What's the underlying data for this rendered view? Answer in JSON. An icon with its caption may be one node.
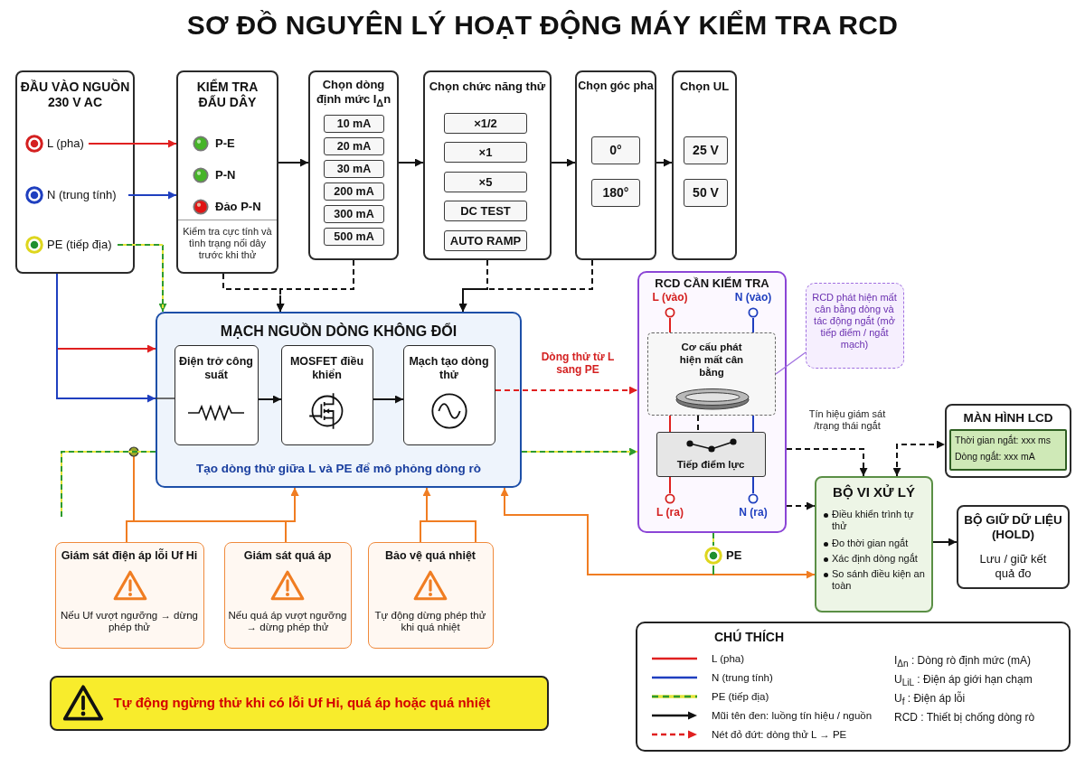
{
  "diagram": {
    "title": "SƠ ĐỒ NGUYÊN LÝ HOẠT ĐỘNG MÁY KIỂM TRA RCD",
    "nodes": [
      {
        "text": [
          "ĐẦU VÀO NGUỒN 230 V AC"
        ]
      },
      {
        "text": [
          "L (pha)"
        ],
        "in": 0
      },
      {
        "text": [
          "N (trung tính)"
        ],
        "in": 0
      },
      {
        "text": [
          "PE (tiếp địa)"
        ],
        "in": 0
      },
      {
        "text": [
          "KIỂM TRA ĐẤU DÂY",
          "P-E",
          "P-N",
          "Đảo P-N",
          "Kiểm tra cực tính và tình trạng nối dây trước khi thử"
        ]
      },
      {
        "text": [
          "Chọn dòng định mức I$_{Δ}$n"
        ]
      },
      {
        "text": [
          "10 mA"
        ],
        "in": 5
      },
      {
        "text": [
          "20 mA"
        ],
        "in": 5
      },
      {
        "text": [
          "30 mA"
        ],
        "in": 5
      },
      {
        "text": [
          "200 mA"
        ],
        "in": 5
      },
      {
        "text": [
          "300 mA"
        ],
        "in": 5
      },
      {
        "text": [
          "500 mA"
        ],
        "in": 5
      },
      {
        "text": [
          "Chọn chức năng thử"
        ]
      },
      {
        "text": [
          "×1/2"
        ],
        "in": 12
      },
      {
        "text": [
          "×1"
        ],
        "in": 12
      },
      {
        "text": [
          "×5"
        ],
        "in": 12
      },
      {
        "text": [
          "DC TEST"
        ],
        "in": 12
      },
      {
        "text": [
          "AUTO RAMP"
        ],
        "in": 12
      },
      {
        "text": [
          "Chọn góc pha"
        ]
      },
      {
        "text": [
          "0°"
        ],
        "in": 18
      },
      {
        "text": [
          "180°"
        ],
        "in": 18
      },
      {
        "text": [
          "Chọn UL"
        ]
      },
      {
        "text": [
          "25 V"
        ],
        "in": 21
      },
      {
        "text": [
          "50 V"
        ],
        "in": 21
      },
      {
        "text": [
          "MẠCH NGUỒN DÒNG KHÔNG ĐỔI",
          "Tạo dòng thử giữa L và PE để mô phỏng dòng rò"
        ]
      },
      {
        "text": [
          "Điện trở công suất"
        ],
        "in": 24
      },
      {
        "text": [
          "MOSFET điều khiển"
        ],
        "in": 24
      },
      {
        "text": [
          "Mạch tạo dòng thử"
        ],
        "in": 24
      },
      {
        "text": [
          "RCD CẦN KIỂM TRA"
        ]
      },
      {
        "text": [
          "L (vào)"
        ],
        "in": 28
      },
      {
        "text": [
          "N (vào)"
        ],
        "in": 28
      },
      {
        "text": [
          "Cơ cấu phát hiện mất cân bằng"
        ],
        "in": 28
      },
      {
        "text": [
          "Tiếp điểm lực"
        ],
        "in": 28
      },
      {
        "text": [
          "L (ra)"
        ],
        "in": 28
      },
      {
        "text": [
          "N (ra)"
        ],
        "in": 28
      },
      {
        "text": [
          "RCD phát hiện mất cân bằng dòng và tác động ngắt (mở tiếp điểm / ngắt mạch)"
        ]
      },
      {
        "text": [
          "PE"
        ]
      },
      {
        "text": [
          "MÀN HÌNH LCD"
        ]
      },
      {
        "text": [
          "Thời gian ngắt: xxx ms",
          "Dòng ngắt: xxx mA"
        ],
        "in": 37
      },
      {
        "text": [
          "BỘ VI XỬ LÝ",
          "Điều khiển trình tự thử",
          "Đo thời gian ngắt",
          "Xác định dòng ngắt",
          "So sánh điều kiện an toàn"
        ]
      },
      {
        "text": [
          "BỘ GIỮ DỮ LIỆU (HOLD)",
          "Lưu / giữ kết quả đo"
        ]
      },
      {
        "text": [
          "Giám sát điện áp lỗi Uf Hi",
          "Nếu Uf vượt ngưỡng → dừng phép thử"
        ]
      },
      {
        "text": [
          "Giám sát quá áp",
          "Nếu quá áp vượt ngưỡng → dừng phép thử"
        ]
      },
      {
        "text": [
          "Bảo vệ quá nhiệt",
          "Tự động dừng phép thử khi quá nhiệt"
        ]
      },
      {
        "text": [
          "Tự động ngừng thử khi có lỗi Uf Hi, quá áp hoặc quá nhiệt"
        ]
      }
    ],
    "edges": [
      {
        "from": 1,
        "to": 4,
        "arrow": "to",
        "color": "#e02020"
      },
      {
        "from": 2,
        "to": 4,
        "arrow": "to",
        "color": "#1f3fbf"
      },
      {
        "from": 3,
        "to": 24,
        "arrow": "to",
        "style": "dashed",
        "color": "#2e9a2e"
      },
      {
        "from": 4,
        "to": 5,
        "arrow": "to"
      },
      {
        "from": 5,
        "to": 12,
        "arrow": "to"
      },
      {
        "from": 12,
        "to": 18,
        "arrow": "to"
      },
      {
        "from": 18,
        "to": 21,
        "arrow": "to"
      },
      {
        "from": 4,
        "to": 24,
        "arrow": "to",
        "style": "dashed"
      },
      {
        "from": 5,
        "to": 24,
        "arrow": "to",
        "style": "dashed"
      },
      {
        "from": 12,
        "to": 24,
        "arrow": "to",
        "style": "dashed"
      },
      {
        "from": 18,
        "to": 24,
        "arrow": "to",
        "style": "dashed"
      },
      {
        "from": 0,
        "to": 24,
        "arrow": "to",
        "color": "#e02020"
      },
      {
        "from": 0,
        "to": 24,
        "arrow": "to",
        "color": "#1f3fbf"
      },
      {
        "from": null,
        "to": 24,
        "arrow": "none",
        "style": "dashed",
        "color": "#2e9a2e"
      },
      {
        "from": 25,
        "to": 26,
        "arrow": "to"
      },
      {
        "from": 26,
        "to": 27,
        "arrow": "to"
      },
      {
        "from": 27,
        "to": 28,
        "arrow": "to",
        "label": "Dòng thử từ L sang PE",
        "style": "dashed",
        "color": "#e02020"
      },
      {
        "from": 24,
        "to": 28,
        "arrow": "to",
        "style": "dashed",
        "color": "#2e9a2e"
      },
      {
        "from": 41,
        "to": 24,
        "arrow": "to",
        "color": "#f07d22"
      },
      {
        "from": 42,
        "to": 24,
        "arrow": "to",
        "color": "#f07d22"
      },
      {
        "from": 43,
        "to": 24,
        "arrow": "to",
        "color": "#f07d22"
      },
      {
        "from": 24,
        "to": 39,
        "arrow": "both",
        "color": "#f07d22"
      },
      {
        "from": 29,
        "to": 31,
        "arrow": "none",
        "color": "#e02020"
      },
      {
        "from": 30,
        "to": 31,
        "arrow": "none",
        "color": "#1f3fbf"
      },
      {
        "from": 31,
        "to": 32,
        "arrow": "none",
        "color": "#e02020"
      },
      {
        "from": 31,
        "to": 32,
        "arrow": "none",
        "color": "#1f3fbf"
      },
      {
        "from": 31,
        "to": 32,
        "arrow": "none",
        "style": "dashed"
      },
      {
        "from": 32,
        "to": 33,
        "arrow": "none",
        "color": "#e02020"
      },
      {
        "from": 32,
        "to": 34,
        "arrow": "none",
        "color": "#1f3fbf"
      },
      {
        "from": 35,
        "to": 31,
        "arrow": "none",
        "color": "#a070e0"
      },
      {
        "from": 28,
        "to": 39,
        "arrow": "to",
        "label": "Tín hiệu giám sát /trạng thái ngắt",
        "style": "dashed"
      },
      {
        "from": 28,
        "to": 39,
        "arrow": "to",
        "style": "dashed"
      },
      {
        "from": 39,
        "to": 37,
        "arrow": "both",
        "style": "dashed"
      },
      {
        "from": 39,
        "to": 40,
        "arrow": "to"
      },
      {
        "from": 28,
        "to": 36,
        "arrow": "none",
        "style": "dashed",
        "color": "#2e9a2e"
      },
      {
        "from": 36,
        "to": null,
        "arrow": "none",
        "color": "#2e9a2e"
      }
    ],
    "labels": [
      "CHÚ THÍCH",
      "I$_{Δn}$ : Dòng rò định mức (mA)",
      "U$_{LiL}$ : Điện áp giới hạn chạm",
      "U$_{f}$ : Điện áp lỗi",
      "RCD : Thiết bị chống dòng rò"
    ],
    "legend": [
      {
        "text": "L (pha)"
      },
      {
        "text": "N (trung tính)"
      },
      {
        "text": "PE (tiếp địa)"
      },
      {
        "text": "Mũi tên đen: luồng tín hiệu / nguồn"
      },
      {
        "text": "Nét đỏ đứt: dòng thử L → PE"
      }
    ]
  }
}
